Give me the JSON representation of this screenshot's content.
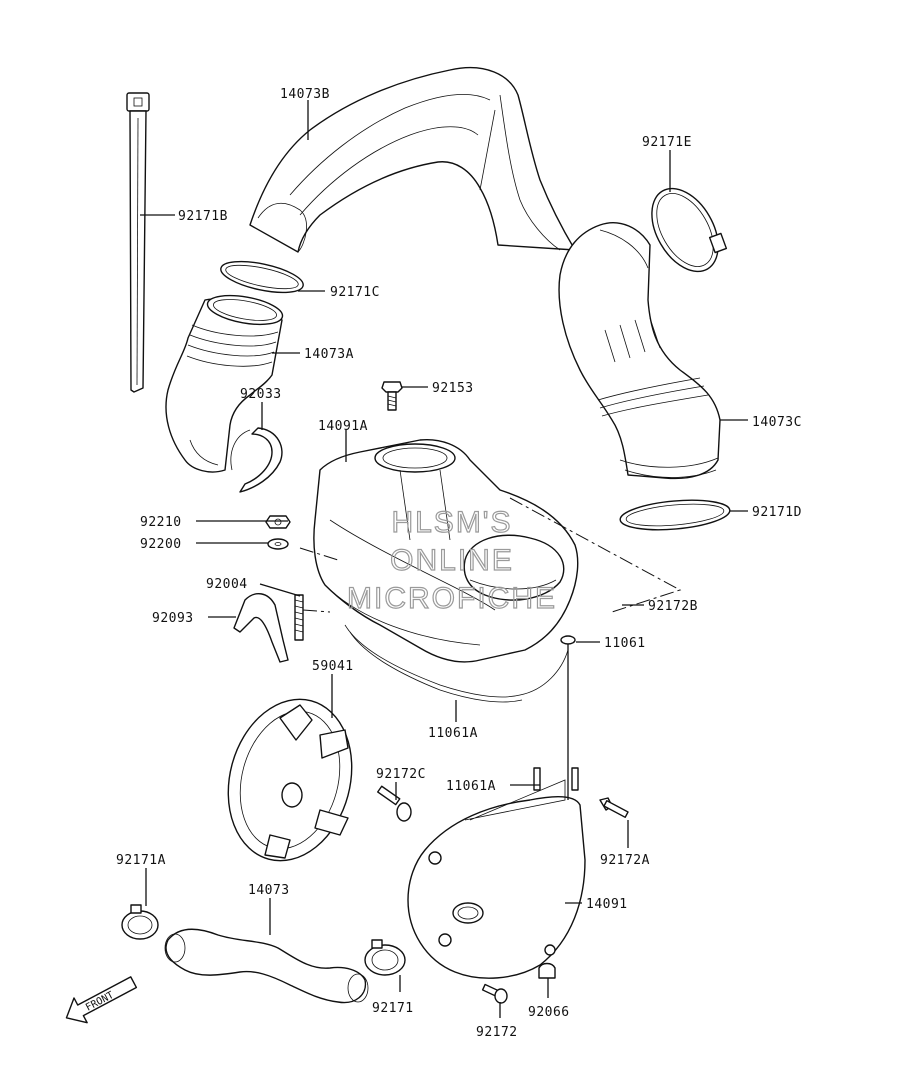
{
  "watermark": [
    "HLSM'S",
    "ONLINE",
    "MICROFICHE"
  ],
  "front_marker": "FRONT",
  "labels": {
    "l14073B": "14073B",
    "l92171B": "92171B",
    "l92171E": "92171E",
    "l92171C": "92171C",
    "l14073A": "14073A",
    "l92153": "92153",
    "l92033": "92033",
    "l14091A": "14091A",
    "l14073C": "14073C",
    "l92210": "92210",
    "l92171D": "92171D",
    "l92200": "92200",
    "l92004": "92004",
    "l92172B": "92172B",
    "l92093": "92093",
    "l11061": "11061",
    "l59041": "59041",
    "l11061A_1": "11061A",
    "l92172C": "92172C",
    "l11061A_2": "11061A",
    "l92171A": "92171A",
    "l92172A": "92172A",
    "l14073": "14073",
    "l14091": "14091",
    "l92171": "92171",
    "l92066": "92066",
    "l92172": "92172"
  }
}
